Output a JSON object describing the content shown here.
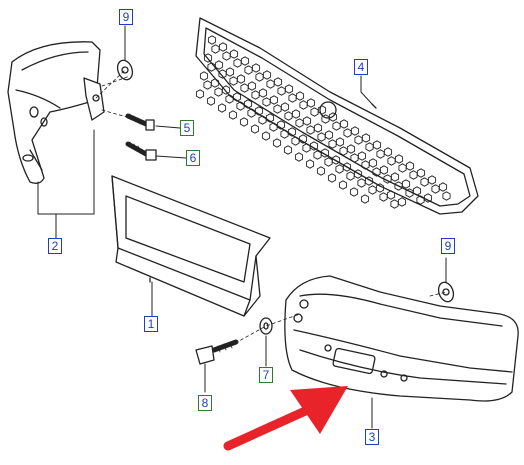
{
  "callouts": [
    {
      "id": "c9a",
      "label": "9",
      "style": "blue"
    },
    {
      "id": "c4",
      "label": "4",
      "style": "blue"
    },
    {
      "id": "c5",
      "label": "5",
      "style": "green"
    },
    {
      "id": "c6",
      "label": "6",
      "style": "green"
    },
    {
      "id": "c2",
      "label": "2",
      "style": "blue"
    },
    {
      "id": "c1",
      "label": "1",
      "style": "blue"
    },
    {
      "id": "c9b",
      "label": "9",
      "style": "blue"
    },
    {
      "id": "c7",
      "label": "7",
      "style": "green"
    },
    {
      "id": "c8",
      "label": "8",
      "style": "green"
    },
    {
      "id": "c3",
      "label": "3",
      "style": "blue"
    }
  ],
  "colors": {
    "line": "#222222",
    "part_fill": "#ffffff",
    "blue_box": "#1f3fbf",
    "green_box": "#2f7a2f",
    "arrow": "#e8232a"
  },
  "parts": [
    "bumper-bracket",
    "impact-absorber",
    "bumper-cover",
    "radiator-grille",
    "screw",
    "bolt",
    "washer",
    "clip-nut"
  ]
}
